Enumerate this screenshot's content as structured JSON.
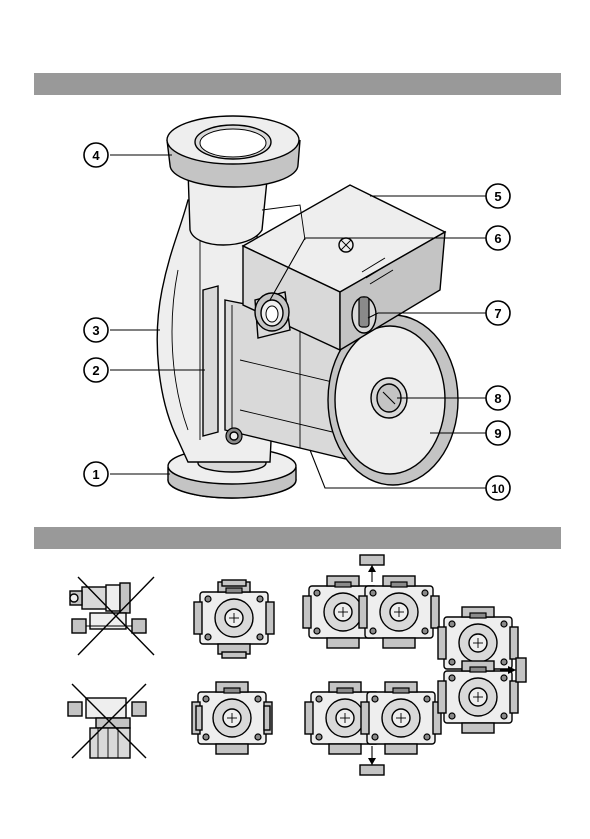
{
  "callouts": [
    {
      "id": "c1",
      "label": "1"
    },
    {
      "id": "c2",
      "label": "2"
    },
    {
      "id": "c3",
      "label": "3"
    },
    {
      "id": "c4",
      "label": "4"
    },
    {
      "id": "c5",
      "label": "5"
    },
    {
      "id": "c6",
      "label": "6"
    },
    {
      "id": "c7",
      "label": "7"
    },
    {
      "id": "c8",
      "label": "8"
    },
    {
      "id": "c9",
      "label": "9"
    },
    {
      "id": "c10",
      "label": "10"
    }
  ],
  "colors": {
    "section_band": "#999999",
    "line": "#000000",
    "background": "#ffffff"
  },
  "installation_positions": [
    {
      "orientation": "vertical-pipe-motor-up",
      "allowed": false
    },
    {
      "orientation": "vertical-pipe-motor-down",
      "allowed": false
    },
    {
      "orientation": "horizontal-pipe-terminal-top",
      "allowed": true
    },
    {
      "orientation": "horizontal-pipe-terminal-bottom",
      "allowed": true
    },
    {
      "orientation": "vertical-pipe-terminal-box-rotations-top",
      "allowed": true
    },
    {
      "orientation": "vertical-pipe-terminal-box-rotations-bottom",
      "allowed": true
    },
    {
      "orientation": "horizontal-pipe-terminal-box-rotations",
      "allowed": true
    }
  ]
}
